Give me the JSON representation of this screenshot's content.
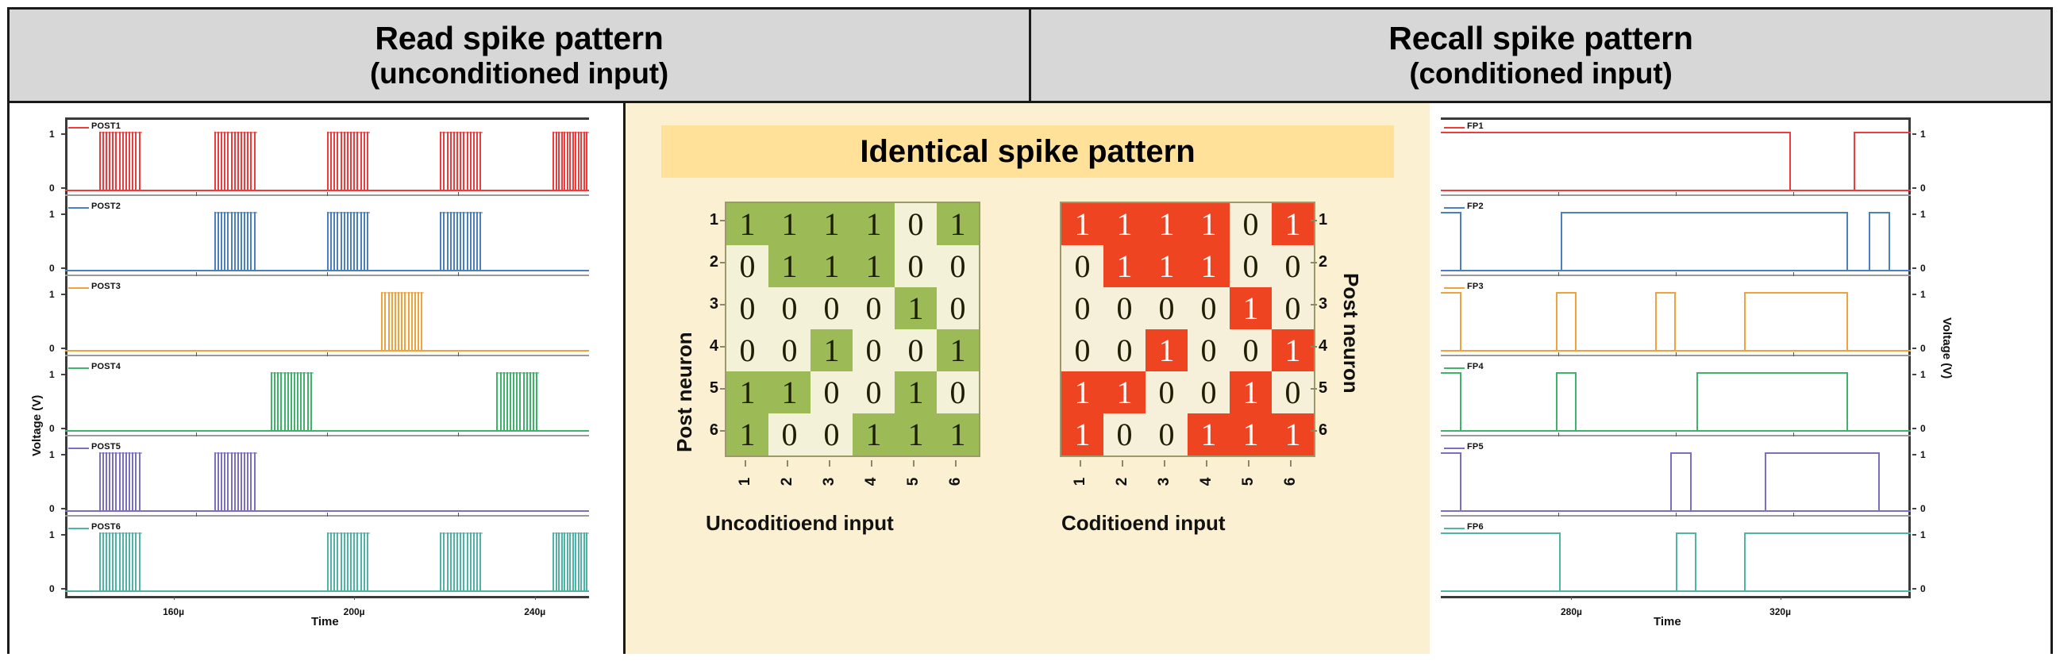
{
  "headers": {
    "left": {
      "line1": "Read spike pattern",
      "line2": "(unconditioned input)"
    },
    "right": {
      "line1": "Recall spike pattern",
      "line2": "(conditioned input)"
    }
  },
  "middle": {
    "title": "Identical spike pattern",
    "green_panel": {
      "ylabel": "Post neuron",
      "xlabel": "Uncoditioend input",
      "xticks": [
        "1",
        "2",
        "3",
        "4",
        "5",
        "6"
      ],
      "yticks": [
        "1",
        "2",
        "3",
        "4",
        "5",
        "6"
      ],
      "accent": "#9cbb56",
      "background": "#f3f1d7"
    },
    "red_panel": {
      "ylabel": "Post neuron",
      "xlabel": "Coditioend input",
      "xticks": [
        "1",
        "2",
        "3",
        "4",
        "5",
        "6"
      ],
      "yticks": [
        "1",
        "2",
        "3",
        "4",
        "5",
        "6"
      ],
      "accent": "#ee4422",
      "background": "#f6efda"
    },
    "matrix": [
      [
        1,
        1,
        1,
        1,
        0,
        1
      ],
      [
        0,
        1,
        1,
        1,
        0,
        0
      ],
      [
        0,
        0,
        0,
        0,
        1,
        0
      ],
      [
        0,
        0,
        1,
        0,
        0,
        1
      ],
      [
        1,
        1,
        0,
        0,
        1,
        0
      ],
      [
        1,
        0,
        0,
        1,
        1,
        1
      ]
    ]
  },
  "chart_data": [
    {
      "type": "line",
      "name": "read-spike-pattern",
      "title": "Read spike pattern (unconditioned input)",
      "xlabel": "Time",
      "ylabel": "Voltage (V)",
      "xticklabels": [
        "160µ",
        "200µ",
        "240µ"
      ],
      "xtickvalues": [
        160,
        200,
        240
      ],
      "xlim": [
        136,
        252
      ],
      "ylim": [
        0,
        1
      ],
      "yticklabels": [
        "0",
        "1"
      ],
      "grid": false,
      "legend_position": "inside-top-left",
      "series": [
        {
          "name": "POST1",
          "color": "#ef3b3b",
          "bursts": [
            [
              143.5,
              153.0
            ],
            [
              169.0,
              178.5
            ],
            [
              194.0,
              203.5
            ],
            [
              219.0,
              228.5
            ],
            [
              244.0,
              252.0
            ]
          ]
        },
        {
          "name": "POST2",
          "color": "#4a7fc1",
          "bursts": [
            [
              169.0,
              178.5
            ],
            [
              194.0,
              203.5
            ],
            [
              219.0,
              228.5
            ]
          ]
        },
        {
          "name": "POST3",
          "color": "#f0a33c",
          "bursts": [
            [
              206.0,
              215.5
            ]
          ]
        },
        {
          "name": "POST4",
          "color": "#3fb36a",
          "bursts": [
            [
              181.5,
              191.0
            ],
            [
              231.5,
              241.0
            ]
          ]
        },
        {
          "name": "POST5",
          "color": "#7b6fc4",
          "bursts": [
            [
              143.5,
              153.0
            ],
            [
              169.0,
              178.5
            ]
          ]
        },
        {
          "name": "POST6",
          "color": "#4fb3a6",
          "bursts": [
            [
              143.5,
              153.0
            ],
            [
              194.0,
              203.5
            ],
            [
              219.0,
              228.5
            ],
            [
              244.0,
              252.0
            ]
          ]
        }
      ]
    },
    {
      "type": "line",
      "name": "recall-spike-pattern",
      "title": "Recall spike pattern (conditioned input)",
      "xlabel": "Time",
      "ylabel": "Voltage (V)",
      "xticklabels": [
        "280µ",
        "320µ"
      ],
      "xtickvalues": [
        280,
        320
      ],
      "xlim": [
        255,
        345
      ],
      "ylim": [
        0,
        1
      ],
      "yticklabels": [
        "0",
        "1"
      ],
      "grid": false,
      "legend_position": "inside-top-left",
      "series": [
        {
          "name": "FP1",
          "color": "#ef3b3b",
          "high": [
            [
              255,
              322
            ],
            [
              334,
              345
            ]
          ]
        },
        {
          "name": "FP2",
          "color": "#4a7fc1",
          "high": [
            [
              255,
              259
            ],
            [
              278,
              333
            ],
            [
              337,
              341
            ]
          ]
        },
        {
          "name": "FP3",
          "color": "#f0a33c",
          "high": [
            [
              255,
              259
            ],
            [
              277,
              281
            ],
            [
              296,
              300
            ],
            [
              313,
              333
            ]
          ]
        },
        {
          "name": "FP4",
          "color": "#3fb36a",
          "high": [
            [
              255,
              259
            ],
            [
              277,
              281
            ],
            [
              304,
              333
            ]
          ]
        },
        {
          "name": "FP5",
          "color": "#7b6fc4",
          "high": [
            [
              255,
              259
            ],
            [
              299,
              303
            ],
            [
              317,
              339
            ]
          ]
        },
        {
          "name": "FP6",
          "color": "#4fb3a6",
          "high": [
            [
              255,
              278
            ],
            [
              300,
              304
            ],
            [
              313,
              345
            ]
          ]
        }
      ]
    }
  ]
}
